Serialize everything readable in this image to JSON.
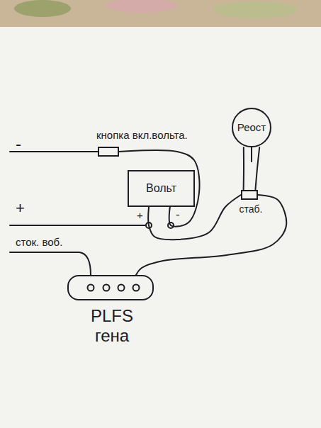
{
  "diagram": {
    "nodes": [
      {
        "text": [
          "кнопка вкл.вольта."
        ]
      },
      {
        "text": [
          "Реост"
        ]
      },
      {
        "text": [
          "Вольт"
        ]
      },
      {
        "text": [
          "стаб."
        ]
      },
      {
        "text": [
          "PLFS гена"
        ]
      }
    ],
    "edges": [
      {
        "from": 0,
        "to": 2,
        "arrow": "none"
      },
      {
        "from": 1,
        "to": 3,
        "arrow": "none"
      },
      {
        "from": 1,
        "to": 3,
        "arrow": "none"
      },
      {
        "from": 2,
        "to": 3,
        "arrow": "none"
      },
      {
        "from": 3,
        "to": 4,
        "arrow": "none"
      }
    ],
    "labels": [
      "-",
      "+",
      "+",
      "-",
      "сток. воб."
    ]
  }
}
